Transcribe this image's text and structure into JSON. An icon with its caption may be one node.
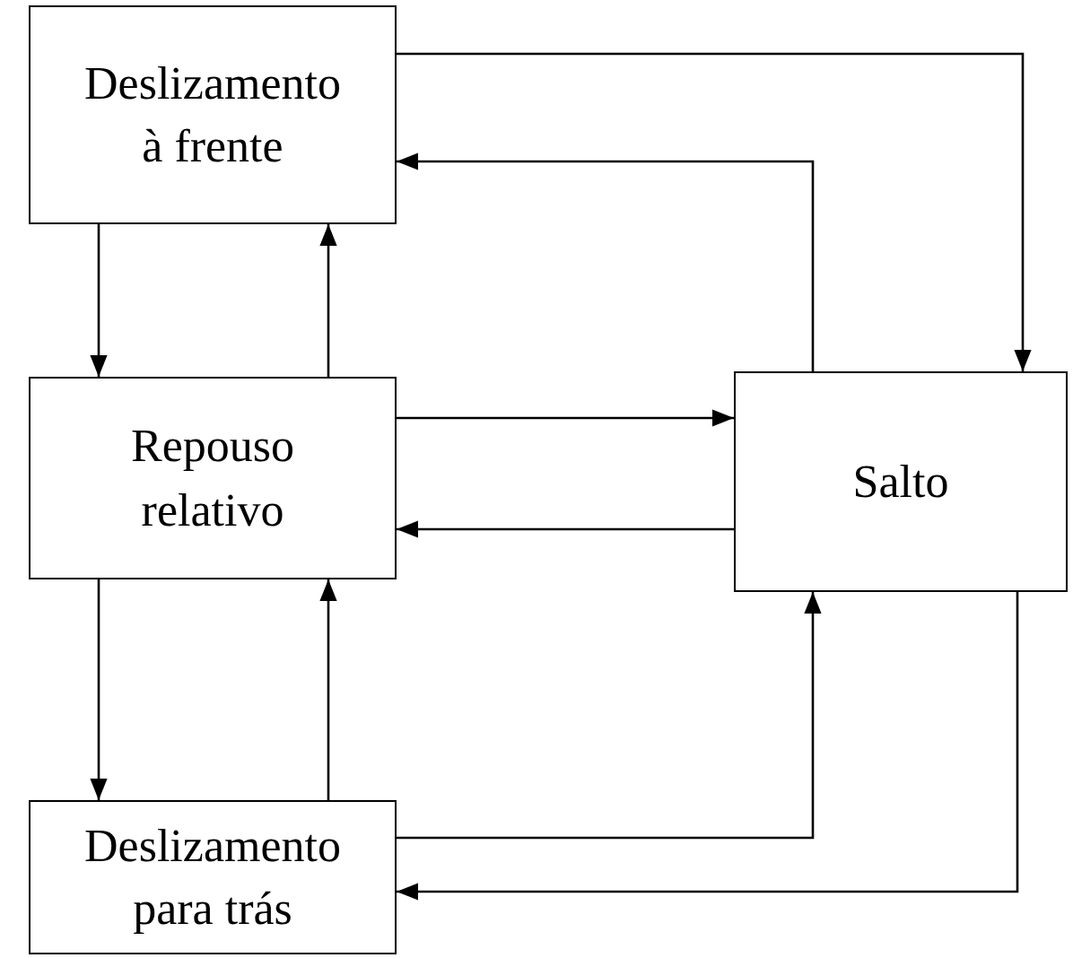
{
  "diagram": {
    "nodes": [
      {
        "text": [
          "Deslizamento à frente"
        ]
      },
      {
        "text": [
          "Repouso relativo"
        ]
      },
      {
        "text": [
          "Deslizamento para trás"
        ]
      },
      {
        "text": [
          "Salto"
        ]
      }
    ],
    "edges": [
      {
        "from": 0,
        "to": 3,
        "arrow": "to"
      },
      {
        "from": 3,
        "to": 0,
        "arrow": "to"
      },
      {
        "from": 0,
        "to": 1,
        "arrow": "to"
      },
      {
        "from": 1,
        "to": 0,
        "arrow": "to"
      },
      {
        "from": 1,
        "to": 3,
        "arrow": "to"
      },
      {
        "from": 3,
        "to": 1,
        "arrow": "to"
      },
      {
        "from": 1,
        "to": 2,
        "arrow": "to"
      },
      {
        "from": 2,
        "to": 1,
        "arrow": "to"
      },
      {
        "from": 2,
        "to": 3,
        "arrow": "to"
      },
      {
        "from": 3,
        "to": 2,
        "arrow": "to"
      }
    ]
  }
}
